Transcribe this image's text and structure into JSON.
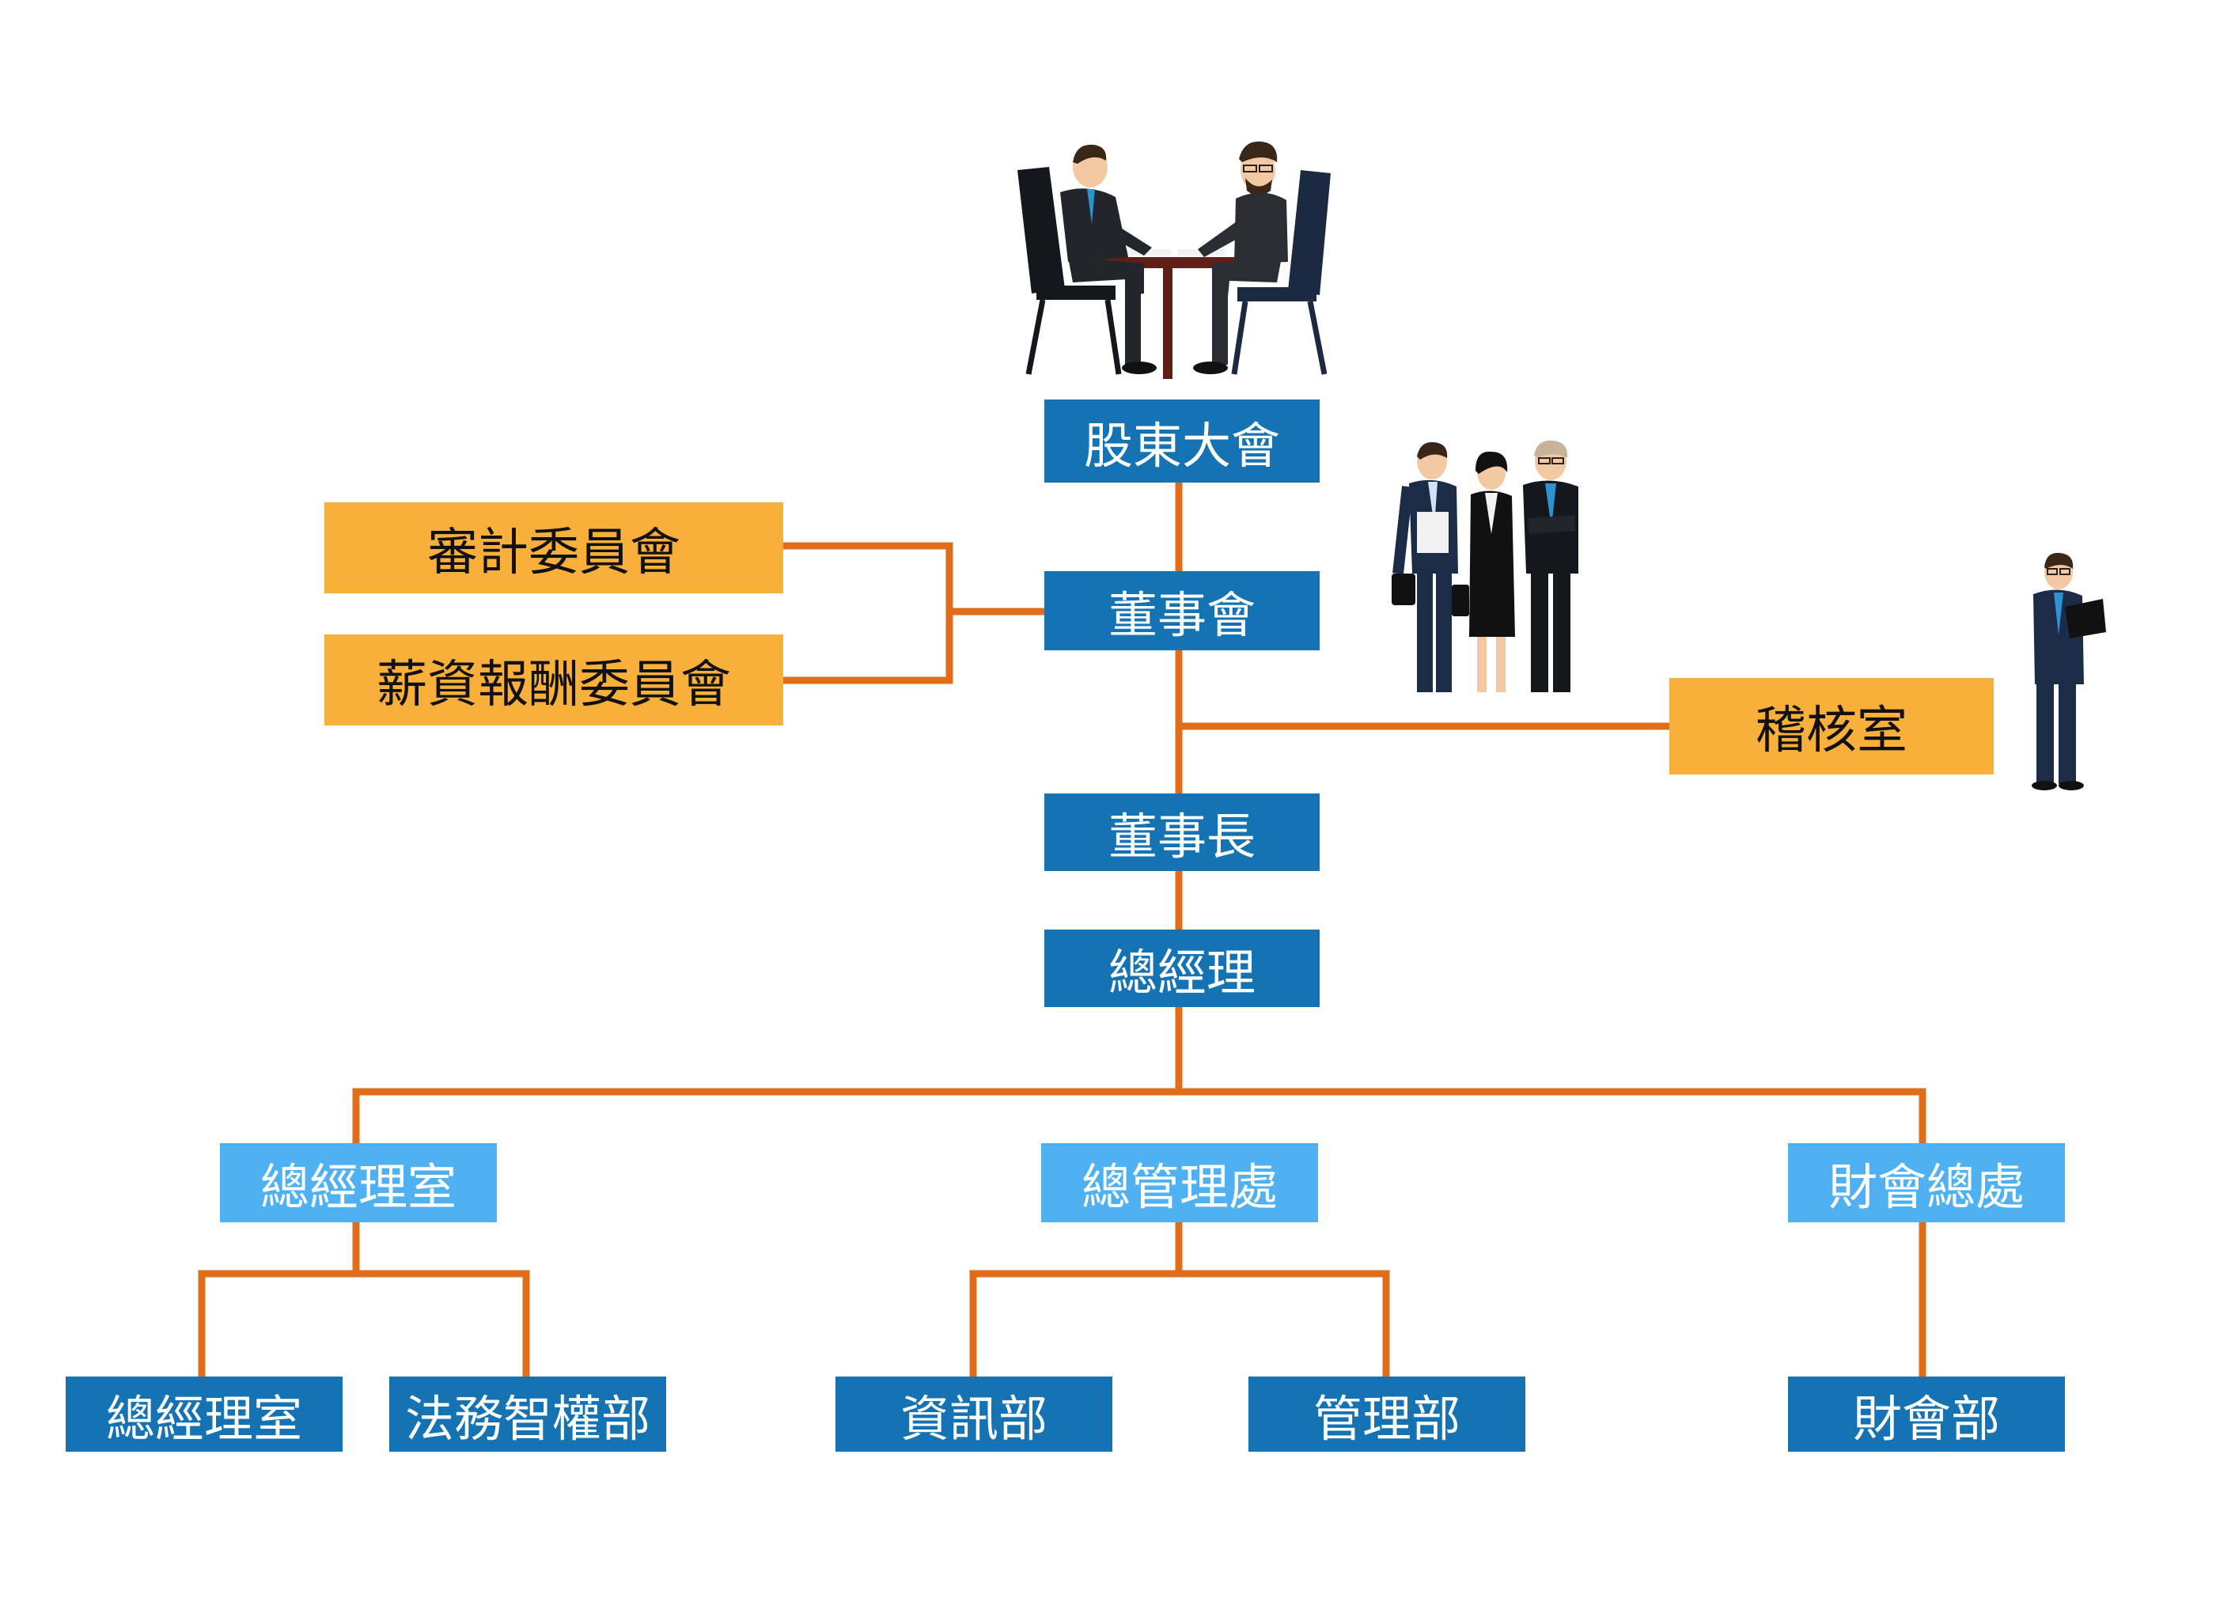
{
  "nodes": {
    "shareholders": "股東大會",
    "audit_committee": "審計委員會",
    "comp_committee": "薪資報酬委員會",
    "board": "董事會",
    "audit_office": "稽核室",
    "chairman": "董事長",
    "general_manager": "總經理",
    "gm_office_div": "總經理室",
    "general_admin_div": "總管理處",
    "finance_div": "財會總處",
    "gm_office_unit": "總經理室",
    "legal_ip_unit": "法務智權部",
    "it_unit": "資訊部",
    "admin_unit": "管理部",
    "finance_unit": "財會部"
  },
  "colors": {
    "connector": "#e16d1a",
    "dark_box": "#1573b3",
    "light_box": "#4fb1f1",
    "gold_box": "#f9b03a"
  },
  "icons": [
    "meeting-illustration-icon",
    "business-team-illustration-icon",
    "auditor-with-laptop-illustration-icon"
  ]
}
